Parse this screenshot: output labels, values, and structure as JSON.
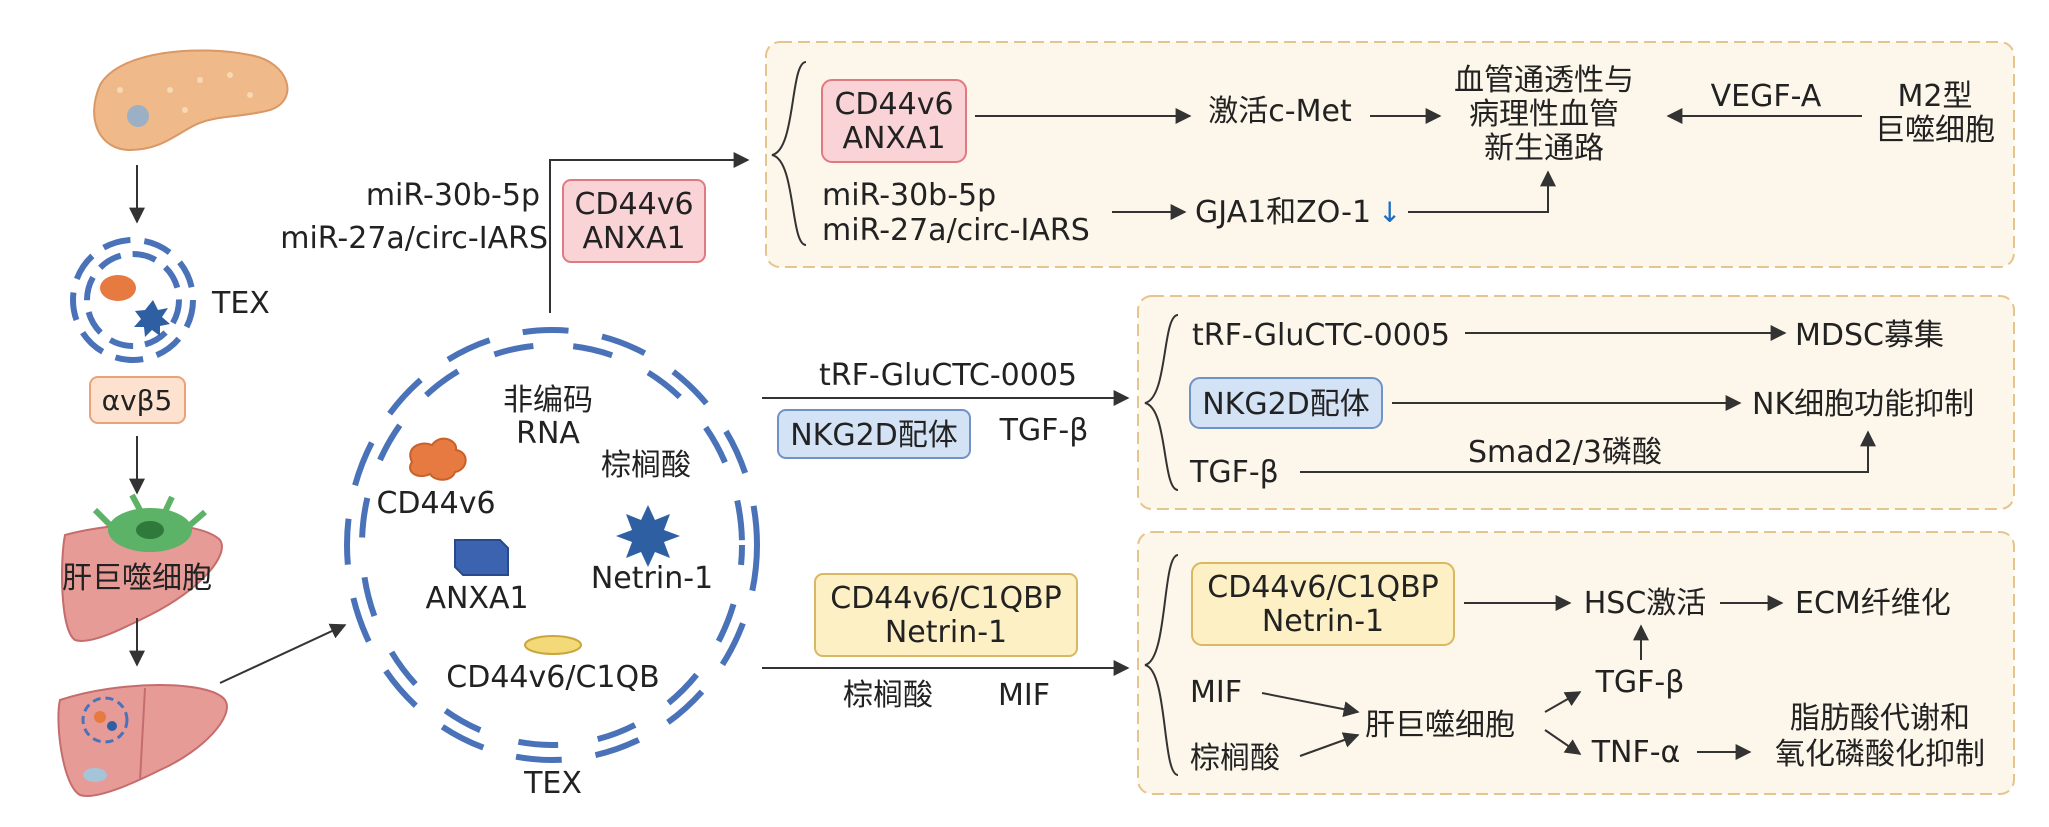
{
  "left_column": {
    "tex_label": "TEX",
    "integrin_label": "αvβ5",
    "kupffer_label": "肝巨噬细胞"
  },
  "center_vesicle": {
    "noncoding_line1": "非编码",
    "noncoding_line2": "RNA",
    "palmitic": "棕榈酸",
    "cd44v6": "CD44v6",
    "anxa1": "ANXA1",
    "netrin": "Netrin-1",
    "cd44v6_c1qb": "CD44v6/C1QB",
    "tex_label": "TEX"
  },
  "arrow_top": {
    "mirna_line1": "miR-30b-5p",
    "mirna_line2": "miR-27a/circ-IARS",
    "box_line1": "CD44v6",
    "box_line2": "ANXA1"
  },
  "arrow_middle": {
    "trf": "tRF-GluCTC-0005",
    "nkg2d": "NKG2D配体",
    "tgf": "TGF-β"
  },
  "arrow_bottom": {
    "box_line1": "CD44v6/C1QBP",
    "box_line2": "Netrin-1",
    "palmitic": "棕榈酸",
    "mif": "MIF"
  },
  "panel_top": {
    "box_line1": "CD44v6",
    "box_line2": "ANXA1",
    "activate_cmet": "激活c-Met",
    "outcome_line1": "血管通透性与",
    "outcome_line2": "病理性血管",
    "outcome_line3": "新生通路",
    "vegf": "VEGF-A",
    "m2_line1": "M2型",
    "m2_line2": "巨噬细胞",
    "mirna_line1": "miR-30b-5p",
    "mirna_line2": "miR-27a/circ-IARS",
    "gja": "GJA1和ZO-1",
    "down_arrow": "↓"
  },
  "panel_middle": {
    "trf": "tRF-GluCTC-0005",
    "mdsc": "MDSC募集",
    "nkg2d": "NKG2D配体",
    "nk": "NK细胞功能抑制",
    "tgf": "TGF-β",
    "smad": "Smad2/3磷酸"
  },
  "panel_bottom": {
    "box_line1": "CD44v6/C1QBP",
    "box_line2": "Netrin-1",
    "hsc": "HSC激活",
    "ecm": "ECM纤维化",
    "mif": "MIF",
    "palmitic": "棕榈酸",
    "kupffer": "肝巨噬细胞",
    "tgf": "TGF-β",
    "tnf": "TNF-α",
    "outcome_line1": "脂肪酸代谢和",
    "outcome_line2": "氧化磷酸化抑制"
  },
  "colors": {
    "pink_box": "#f9d3d5",
    "pink_border": "#e07a82",
    "blue_box": "#d4e2f5",
    "blue_border": "#6f93c6",
    "yellow_box": "#fdf0c4",
    "yellow_border": "#d9b862",
    "panel_fill": "#fdf6ea",
    "panel_border": "#e5c48d",
    "vesicle_blue": "#4a72b8"
  }
}
